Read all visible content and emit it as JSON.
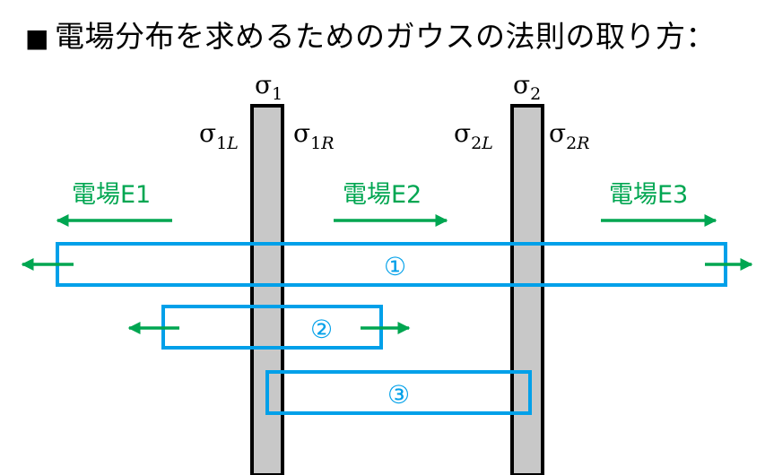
{
  "title": "電場分布を求めるためのガウスの法則の取り方：",
  "bullet": "■",
  "plates": [
    {
      "symbol": "σ",
      "index": "1",
      "left": {
        "symbol": "σ",
        "index": "1",
        "side": "L"
      },
      "right": {
        "symbol": "σ",
        "index": "1",
        "side": "R"
      }
    },
    {
      "symbol": "σ",
      "index": "2",
      "left": {
        "symbol": "σ",
        "index": "2",
        "side": "L"
      },
      "right": {
        "symbol": "σ",
        "index": "2",
        "side": "R"
      }
    }
  ],
  "fields": [
    {
      "label": "電場E1",
      "direction": "left"
    },
    {
      "label": "電場E2",
      "direction": "right"
    },
    {
      "label": "電場E3",
      "direction": "right"
    }
  ],
  "surfaces": [
    {
      "label": "①"
    },
    {
      "label": "②"
    },
    {
      "label": "③"
    }
  ],
  "colors": {
    "plate_fill": "#c8c8c8",
    "plate_stroke": "#000000",
    "field": "#00a651",
    "surface": "#00a0e9",
    "text": "#000000"
  }
}
